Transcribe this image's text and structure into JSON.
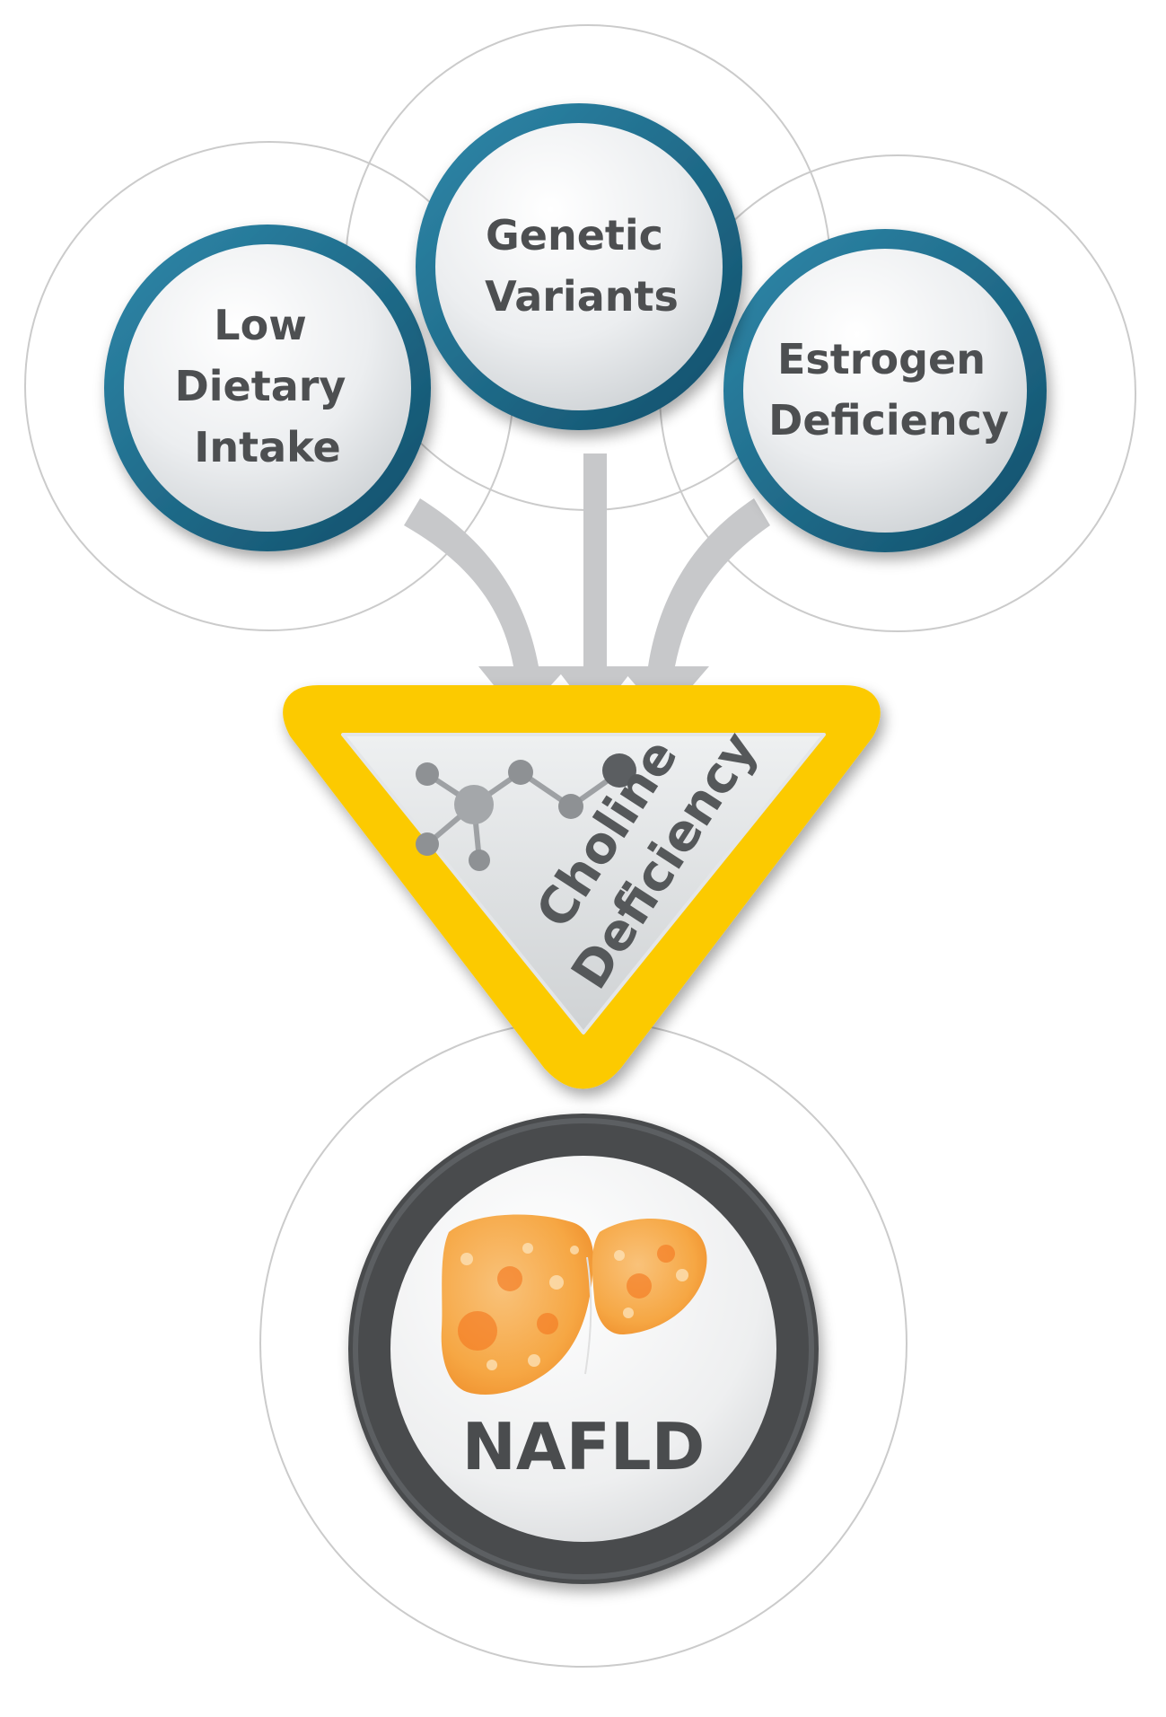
{
  "colors": {
    "factor_ring": "#1a6a8c",
    "factor_ring_light": "#2f89ab",
    "triangle_border": "#fcca00",
    "outcome_ring": "#4a4c4e",
    "arrow": "#c7c8ca",
    "outline": "#c9c9c9",
    "text": "#4d4f51",
    "liver": "#f7ac4b"
  },
  "factors": [
    {
      "lines": [
        "Low",
        "Dietary",
        "Intake"
      ]
    },
    {
      "lines": [
        "Genetic",
        "Variants"
      ]
    },
    {
      "lines": [
        "Estrogen",
        "Deficiency"
      ]
    }
  ],
  "center": {
    "lines": [
      "Choline",
      "Deficiency"
    ],
    "icon": "molecule-icon"
  },
  "outcome": {
    "label": "NAFLD",
    "icon": "liver-icon"
  }
}
